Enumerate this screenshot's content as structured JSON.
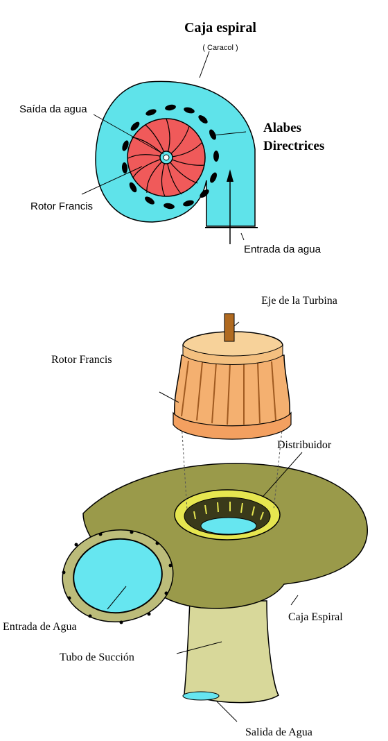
{
  "top_diagram": {
    "labels": {
      "title": "Caja espiral",
      "subtitle": "( Caracol )",
      "outlet": "Saída da agua",
      "guide_vanes_line1": "Alabes",
      "guide_vanes_line2": "Directrices",
      "runner": "Rotor Francis",
      "inlet": "Entrada da agua"
    }
  },
  "bottom_diagram": {
    "labels": {
      "shaft": "Eje de la Turbina",
      "runner": "Rotor Francis",
      "distributor": "Distribuidor",
      "inlet": "Entrada de Agua",
      "casing": "Caja Espiral",
      "draft_tube": "Tubo de Succión",
      "outlet": "Salida de Agua"
    }
  },
  "colors": {
    "casing_top": "#5fe3ea",
    "runner_top": "#f05a5a",
    "casing_bottom": "#9a9a4a",
    "runner_bottom": "#f4b070",
    "water": "#66e6f0",
    "draft_tube": "#d8d89a"
  }
}
